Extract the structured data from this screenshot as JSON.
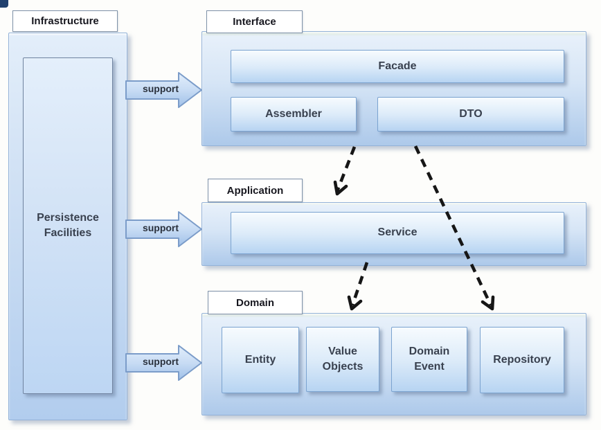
{
  "diagram": {
    "infrastructure": {
      "title": "Infrastructure",
      "persistence_label": "Persistence Facilities"
    },
    "interface_layer": {
      "title": "Interface",
      "facade": "Facade",
      "assembler": "Assembler",
      "dto": "DTO"
    },
    "application_layer": {
      "title": "Application",
      "service": "Service"
    },
    "domain_layer": {
      "title": "Domain",
      "entity": "Entity",
      "value_objects": "Value Objects",
      "domain_event": "Domain Event",
      "repository": "Repository"
    },
    "support_arrows": [
      {
        "label": "support",
        "from": "Infrastructure",
        "to": "Interface"
      },
      {
        "label": "support",
        "from": "Infrastructure",
        "to": "Application"
      },
      {
        "label": "support",
        "from": "Infrastructure",
        "to": "Domain"
      }
    ],
    "dashed_dependencies": [
      {
        "from": "Interface",
        "to": "Application"
      },
      {
        "from": "Interface",
        "to": "Domain"
      },
      {
        "from": "Application",
        "to": "Domain"
      }
    ],
    "colors": {
      "container_fill_top": "#e7f0fa",
      "container_fill_bottom": "#adc9ea",
      "container_border": "#93b2d8",
      "node_fill_top": "#f7fbfe",
      "node_fill_bottom": "#b7d4f2",
      "node_border": "#7ba3d0",
      "title_text": "#17171f",
      "node_text": "#39414f",
      "support_arrow_fill_top": "#dcebfa",
      "support_arrow_fill_bottom": "#aecaec",
      "support_arrow_border": "#7b9cc9",
      "dashed_arrow": "#161616"
    }
  }
}
